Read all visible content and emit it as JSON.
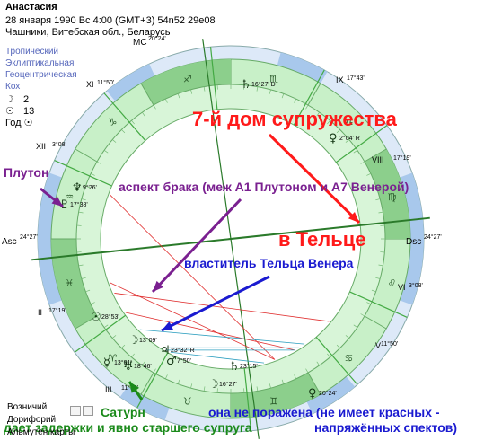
{
  "header": {
    "name": "Анастасия",
    "line1": "28 января 1990  Вс    4:00 (GMT+3) 54n52  29e08",
    "line2": "Чашники, Витебская обл., Беларусь"
  },
  "system": [
    "Тропический",
    "Эклиптикальная",
    "Геоцентрическая",
    "Кох"
  ],
  "stats": [
    {
      "icon": "☽",
      "icon_name": "moon-icon",
      "value": "2"
    },
    {
      "icon": "☉",
      "icon_name": "sun-icon",
      "value": "13"
    },
    {
      "label": "Год",
      "icon": "☉",
      "icon_name": "sun-icon"
    }
  ],
  "bottom_list": [
    "Возничий",
    "Дорифорий",
    "Альмутен карты"
  ],
  "chart": {
    "mc": "MC",
    "mc_deg": "20°24'",
    "asc": "Asc",
    "asc_deg": "24°27'",
    "dsc": "Dsc",
    "dsc_deg": "24°27'",
    "cusps": [
      {
        "label": "XI",
        "deg": "11°50'"
      },
      {
        "label": "XII",
        "deg": "3°08'"
      },
      {
        "label": "II",
        "deg": "17°19'"
      },
      {
        "label": "III",
        "deg": "11°50'"
      },
      {
        "label": "IX",
        "deg": "17°43'"
      },
      {
        "label": "VIII",
        "deg": "17°19'"
      },
      {
        "label": "VI",
        "deg": "3°08'"
      },
      {
        "label": "V",
        "deg": "11°50'"
      }
    ],
    "planets": [
      {
        "glyph": "♄",
        "deg": "16°27'",
        "suffix": "D"
      },
      {
        "glyph": "♀",
        "deg": "2°04'",
        "suffix": "R"
      },
      {
        "glyph": "♆",
        "deg": "9°26'",
        "suffix": ""
      },
      {
        "glyph": "♇",
        "deg": "17°38'",
        "suffix": ""
      },
      {
        "glyph": "☉",
        "deg": "28°53'",
        "suffix": ""
      },
      {
        "glyph": "☽",
        "deg": "13°09'",
        "suffix": ""
      },
      {
        "glyph": "♃",
        "deg": "23°32'",
        "suffix": "R"
      },
      {
        "glyph": "♂",
        "deg": "7°50'",
        "suffix": ""
      },
      {
        "glyph": "☿",
        "deg": "13°01'",
        "suffix": ""
      },
      {
        "glyph": "♅",
        "deg": "18°46'",
        "suffix": ""
      },
      {
        "glyph": "♄",
        "deg": "23°15'",
        "suffix": ""
      },
      {
        "glyph": "☽",
        "deg": "16°27'",
        "suffix": ""
      },
      {
        "glyph": "♀",
        "deg": "20°24'",
        "suffix": ""
      }
    ]
  },
  "annotations": {
    "seventh_house": "7-й дом супружества",
    "in_taurus": "в Тельце",
    "pluto": "Плутон",
    "aspect": "аспект брака (меж А1 Плутоном и А7 Венерой)",
    "ruler": "властитель Тельца Венера",
    "saturn": "Сатурн",
    "saturn_desc": "дает задержки и явно старшего супруга",
    "venus_desc1": "она не поражена (не имеет красных -",
    "venus_desc2": "напряжённых спектов)"
  },
  "colors": {
    "green_band": "#c8f0c8",
    "green_dark": "#8ccf8c",
    "blue_band": "#a8c8ec",
    "blue_light": "#dde9f8",
    "red": "#ff1a1a",
    "purple": "#7a2090",
    "darkblue": "#1a1ad0",
    "green_text": "#1a8a1a"
  }
}
